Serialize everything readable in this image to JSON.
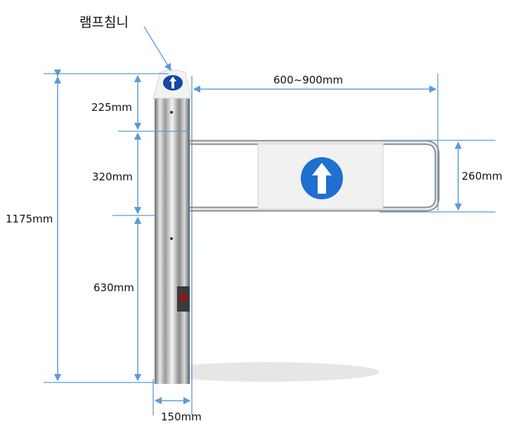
{
  "callout": {
    "label": "램프침니"
  },
  "dimensions": {
    "total_height": "1175mm",
    "cap_height": "225mm",
    "arm_zone_height": "320mm",
    "lower_height": "630mm",
    "pillar_width": "150mm",
    "arm_length": "600~900mm",
    "panel_height": "260mm"
  },
  "colors": {
    "dimension_line": "#5b9bd5",
    "sign_blue": "#1565c0"
  },
  "icons": [
    "arrow-up-sign-icon"
  ]
}
